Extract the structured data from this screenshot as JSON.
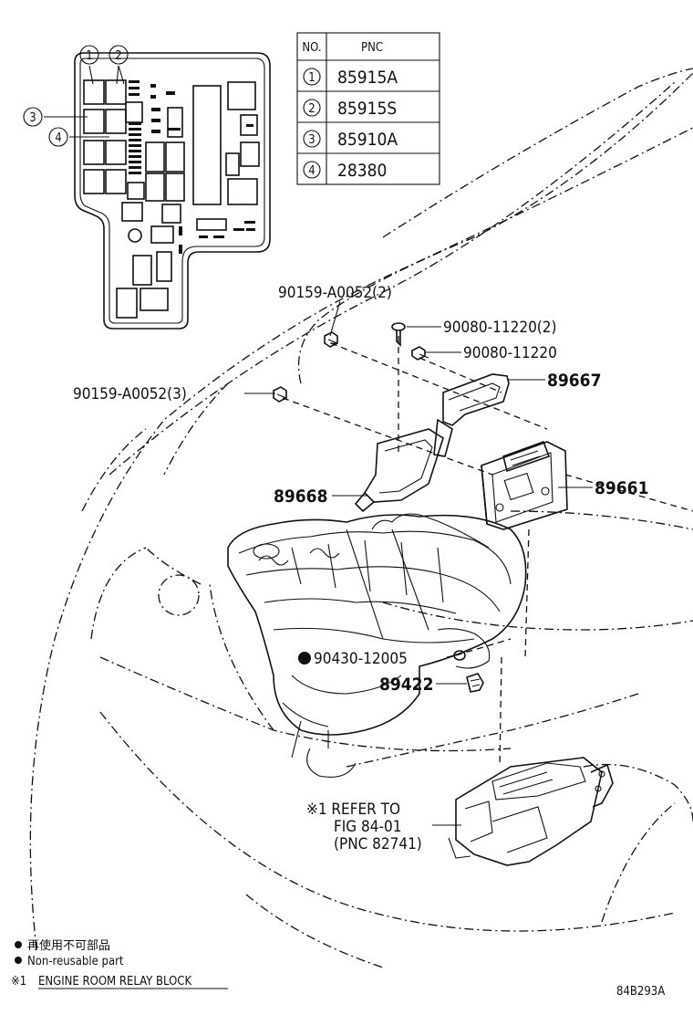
{
  "relay_block": {
    "callouts": [
      "1",
      "2",
      "3",
      "4"
    ]
  },
  "pnc_table": {
    "header_no": "NO.",
    "header_pnc": "PNC",
    "rows": [
      {
        "no": "1",
        "pnc": "85915A"
      },
      {
        "no": "2",
        "pnc": "85915S"
      },
      {
        "no": "3",
        "pnc": "85910A"
      },
      {
        "no": "4",
        "pnc": "28380"
      }
    ]
  },
  "part_labels": {
    "bolt_top": "90159-A0052(2)",
    "bolt_left": "90159-A0052(3)",
    "screw_a": "90080-11220(2)",
    "screw_b": "90080-11220",
    "bracket_upper": "89667",
    "bracket_lower": "89668",
    "ecu": "89661",
    "gasket": "90430-12005",
    "sensor": "89422"
  },
  "refer_note": {
    "line1": "※1 REFER TO",
    "line2": "FIG 84-01",
    "line3": "(PNC 82741)"
  },
  "legend": {
    "non_reusable_jp": "再使用不可部品",
    "non_reusable_en": "Non-reusable part",
    "note_prefix": "※1",
    "note_text": "ENGINE ROOM RELAY BLOCK"
  },
  "figure_code": "84B293A"
}
